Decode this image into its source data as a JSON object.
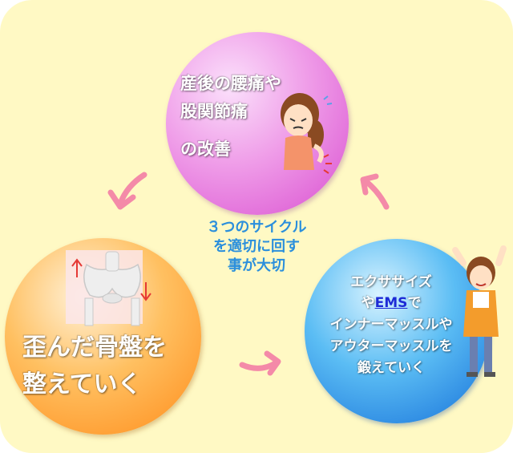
{
  "top_circle": {
    "lines": [
      "産後の腰痛や",
      "股関節痛",
      "の改善"
    ],
    "color": "#e27be0"
  },
  "left_circle": {
    "lines": [
      "歪んだ骨盤を",
      "整えていく"
    ],
    "color": "#ffa53a"
  },
  "right_circle": {
    "line1": "エクササイズ",
    "line2_prefix": "や",
    "line2_ems": "EMS",
    "line2_suffix": "で",
    "line3": "インナーマッスルや",
    "line4": "アウターマッスルを",
    "line5": "鍛えていく",
    "color": "#3aa0ee"
  },
  "center_text": [
    "３つのサイクル",
    "を適切に回す",
    "事が大切"
  ],
  "arrow_color": "#f48aa8",
  "icons": [
    "woman-backache-icon",
    "pelvis-bone-icon",
    "woman-cheering-icon",
    "arrow-icon"
  ]
}
